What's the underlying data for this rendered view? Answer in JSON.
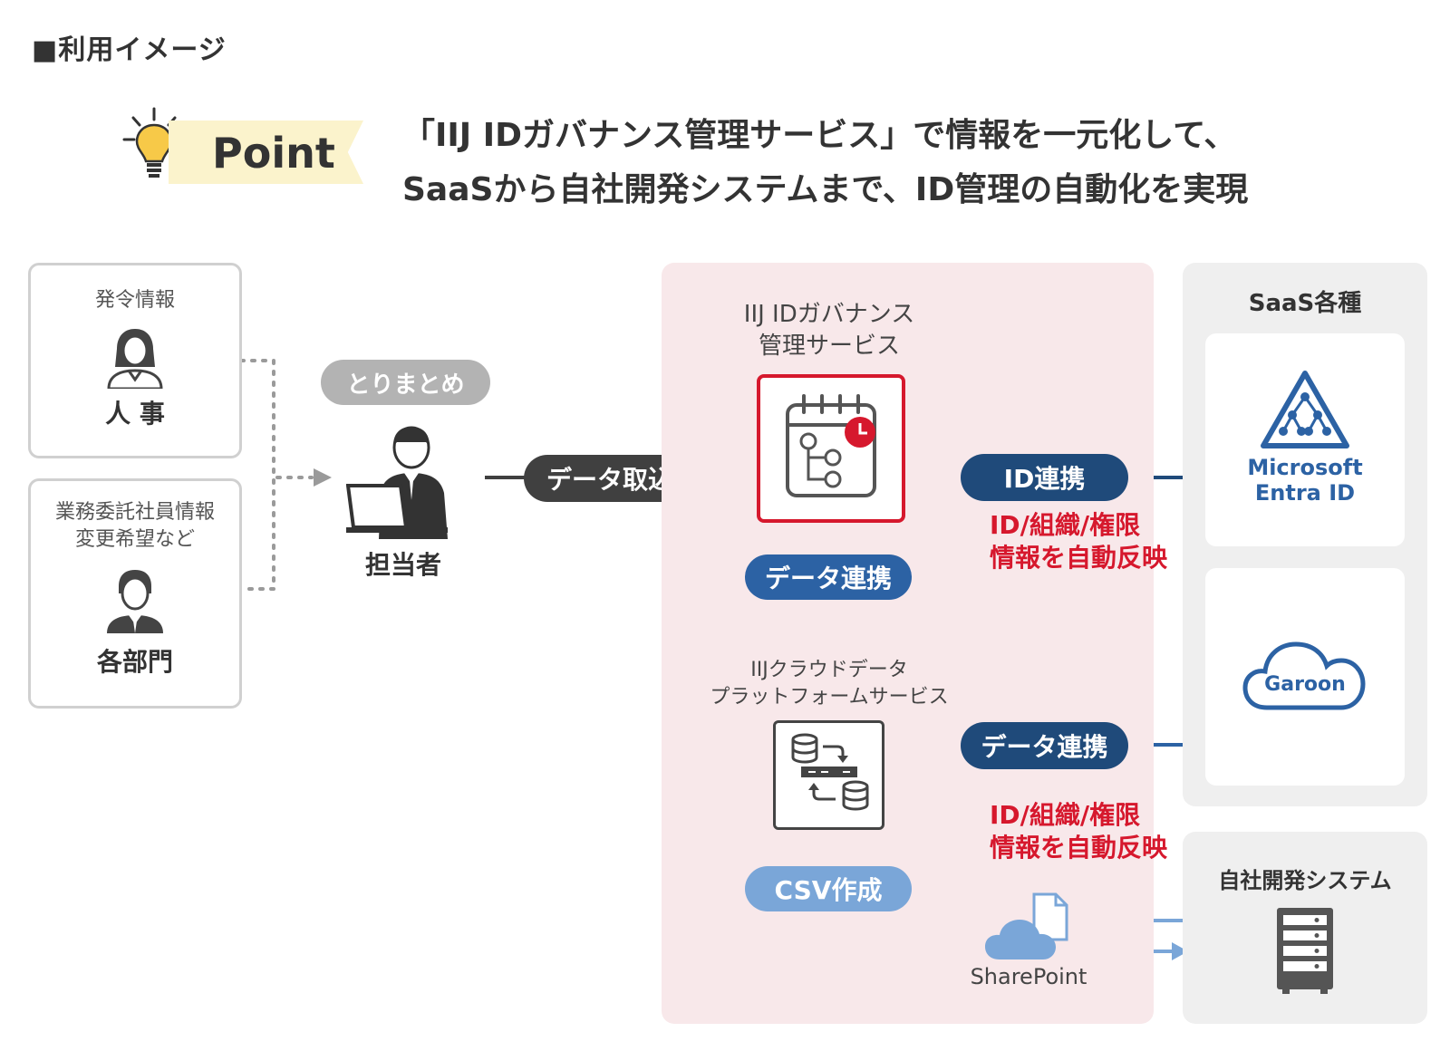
{
  "page_title": "■利用イメージ",
  "point": {
    "label": "Point",
    "headline_line1": "「IIJ IDガバナンス管理サービス」で情報を一元化して、",
    "headline_line2": "SaaSから自社開発システムまで、ID管理の自動化を実現"
  },
  "sources": {
    "hr_caption": "発令情報",
    "hr_name": "人 事",
    "dept_caption_line1": "業務委託社員情報",
    "dept_caption_line2": "変更希望など",
    "dept_name": "各部門"
  },
  "aggregate_label": "とりまとめ",
  "operator_name": "担当者",
  "import_label": "データ取込",
  "iij_id": {
    "name_line1": "IIJ IDガバナンス",
    "name_line2": "管理サービス"
  },
  "id_link_label": "ID連携",
  "auto_reflect_line1": "ID/組織/権限",
  "auto_reflect_line2": "情報を自動反映",
  "data_link_label": "データ連携",
  "cdp": {
    "name_line1": "IIJクラウドデータ",
    "name_line2": "プラットフォームサービス"
  },
  "data_link2_label": "データ連携",
  "auto_reflect2_line1": "ID/組織/権限",
  "auto_reflect2_line2": "情報を自動反映",
  "csv_label": "CSV作成",
  "sharepoint_label": "SharePoint",
  "saas": {
    "title": "SaaS各種",
    "entra_line1": "Microsoft",
    "entra_line2": "Entra ID",
    "garoon": "Garoon"
  },
  "inhouse_title": "自社開発システム",
  "colors": {
    "accent_red": "#d6182d",
    "navy": "#1f4a7a",
    "blue": "#2c62a4",
    "light_blue": "#7aa6d8",
    "dark_pill": "#404040",
    "gray_pill": "#b3b3b3",
    "panel_pink": "#f8e8ea",
    "panel_gray": "#efefef"
  }
}
